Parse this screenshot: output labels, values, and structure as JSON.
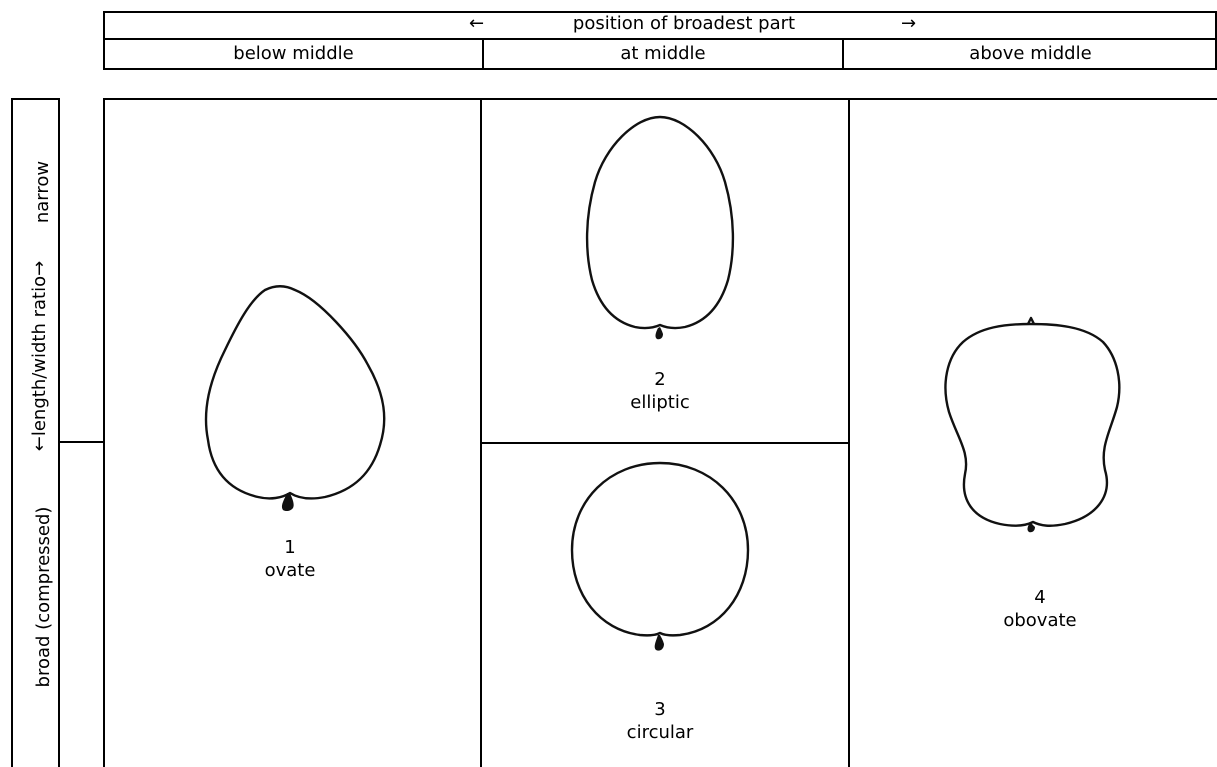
{
  "header": {
    "left_arrow": "←",
    "title": "position of broadest part",
    "right_arrow": "→",
    "columns": [
      "below middle",
      "at middle",
      "above middle"
    ]
  },
  "side": {
    "narrow": "narrow",
    "ratio": "←length/width ratio→",
    "broad": "broad (compressed)"
  },
  "shapes": [
    {
      "number": "1",
      "name": "ovate"
    },
    {
      "number": "2",
      "name": "elliptic"
    },
    {
      "number": "3",
      "name": "circular"
    },
    {
      "number": "4",
      "name": "obovate"
    }
  ]
}
